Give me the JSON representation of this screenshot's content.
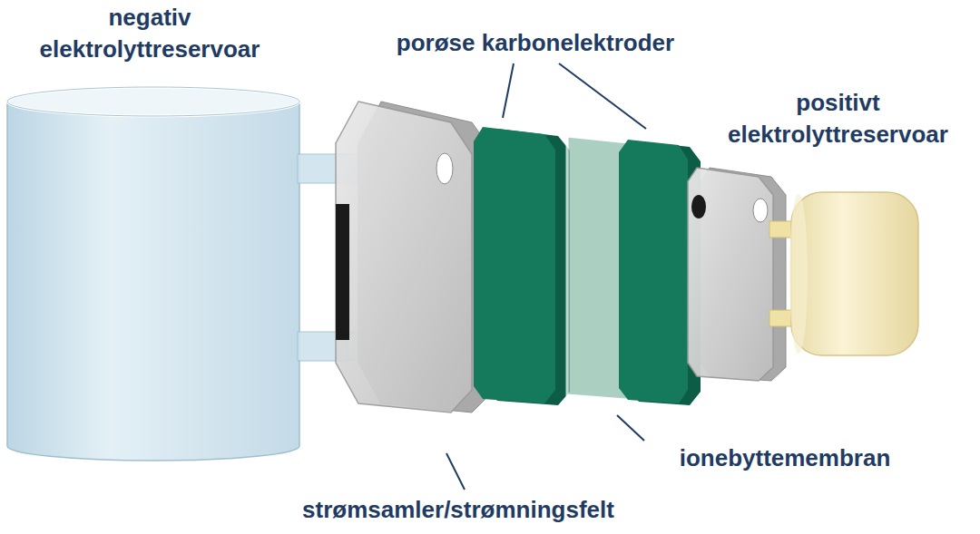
{
  "diagram": {
    "labels": [
      "negativ elektrolyttreservoar",
      "porøse karbonelektroder",
      "positivt elektrolyttreservoar",
      "ionebyttemembran",
      "strømsamler/strømningsfelt"
    ]
  }
}
